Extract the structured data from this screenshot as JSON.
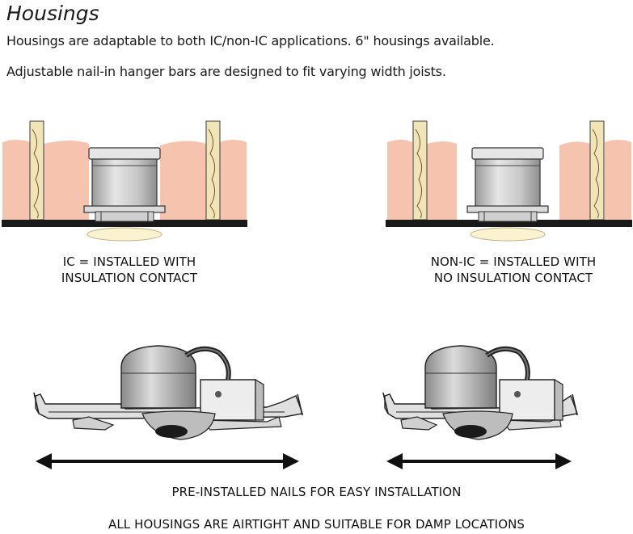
{
  "title": "Housings",
  "paragraphs": [
    "Housings are adaptable to both IC/non-IC applications. 6\" housings available.",
    "Adjustable nail-in hanger bars are designed to fit varying width joists."
  ],
  "captions": {
    "ic": [
      "IC = INSTALLED WITH",
      "INSULATION CONTACT"
    ],
    "non_ic": [
      "NON-IC = INSTALLED WITH",
      "NO INSULATION CONTACT"
    ]
  },
  "notes": [
    "PRE-INSTALLED NAILS FOR EASY INSTALLATION",
    "ALL HOUSINGS ARE AIRTIGHT AND SUITABLE FOR DAMP LOCATIONS"
  ],
  "colors": {
    "insulation": "#f6c4ae",
    "joist": "#f1e5b8",
    "ceiling": "#1a1a1a",
    "housing": "#d5d5d5",
    "trim": "#fbf3cf"
  }
}
